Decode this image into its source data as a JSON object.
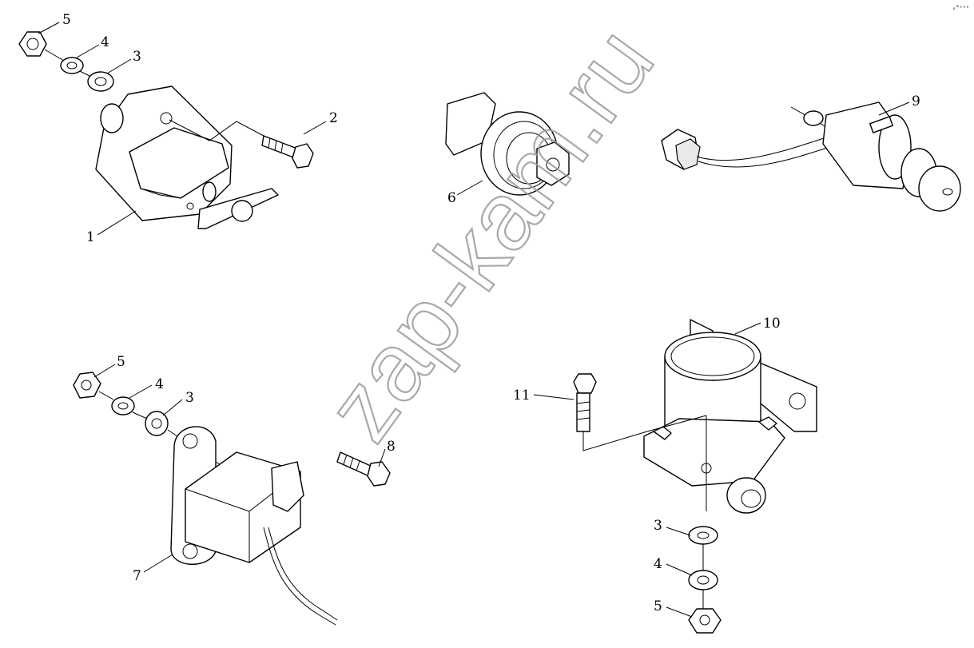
{
  "watermark": "zap-kam.ru",
  "corner_mark": "ₒ°ᵒᵒᵒ",
  "callouts": {
    "a5": "5",
    "a4": "4",
    "a3": "3",
    "a2": "2",
    "a1": "1",
    "b6": "6",
    "c9": "9",
    "d5": "5",
    "d4": "4",
    "d3": "3",
    "d8": "8",
    "d7": "7",
    "e10": "10",
    "e11": "11",
    "e3": "3",
    "e4": "4",
    "e5": "5"
  }
}
